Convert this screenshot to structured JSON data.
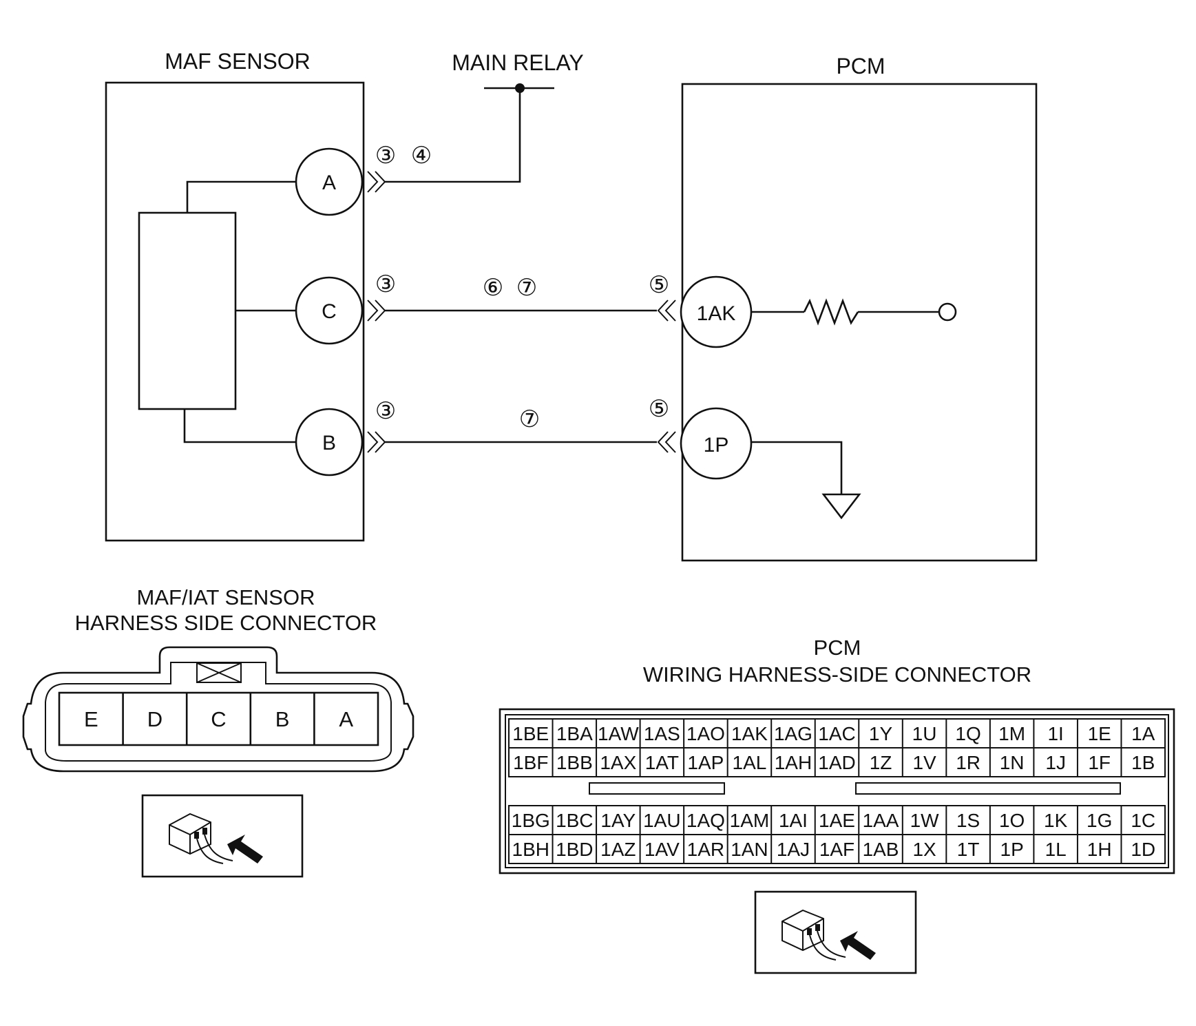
{
  "titles": {
    "maf_sensor": "MAF SENSOR",
    "main_relay": "MAIN RELAY",
    "pcm": "PCM",
    "maf_connector_line1": "MAF/IAT SENSOR",
    "maf_connector_line2": "HARNESS SIDE CONNECTOR",
    "pcm_connector_line1": "PCM",
    "pcm_connector_line2": "WIRING HARNESS-SIDE CONNECTOR"
  },
  "maf_terminals": {
    "a": "A",
    "c": "C",
    "b": "B"
  },
  "pcm_terminals": {
    "ak": "1AK",
    "p": "1P"
  },
  "refs": {
    "r3a": "③",
    "r4": "④",
    "r3c": "③",
    "r6": "⑥",
    "r7c": "⑦",
    "r5c": "⑤",
    "r3b": "③",
    "r7b": "⑦",
    "r5b": "⑤"
  },
  "maf_connector_pins": [
    "E",
    "D",
    "C",
    "B",
    "A"
  ],
  "pcm_connector": {
    "upper": [
      [
        "1BE",
        "1BA",
        "1AW",
        "1AS",
        "1AO",
        "1AK",
        "1AG",
        "1AC",
        "1Y",
        "1U",
        "1Q",
        "1M",
        "1I",
        "1E",
        "1A"
      ],
      [
        "1BF",
        "1BB",
        "1AX",
        "1AT",
        "1AP",
        "1AL",
        "1AH",
        "1AD",
        "1Z",
        "1V",
        "1R",
        "1N",
        "1J",
        "1F",
        "1B"
      ]
    ],
    "lower": [
      [
        "1BG",
        "1BC",
        "1AY",
        "1AU",
        "1AQ",
        "1AM",
        "1AI",
        "1AE",
        "1AA",
        "1W",
        "1S",
        "1O",
        "1K",
        "1G",
        "1C"
      ],
      [
        "1BH",
        "1BD",
        "1AZ",
        "1AV",
        "1AR",
        "1AN",
        "1AJ",
        "1AF",
        "1AB",
        "1X",
        "1T",
        "1P",
        "1L",
        "1H",
        "1D"
      ]
    ]
  }
}
